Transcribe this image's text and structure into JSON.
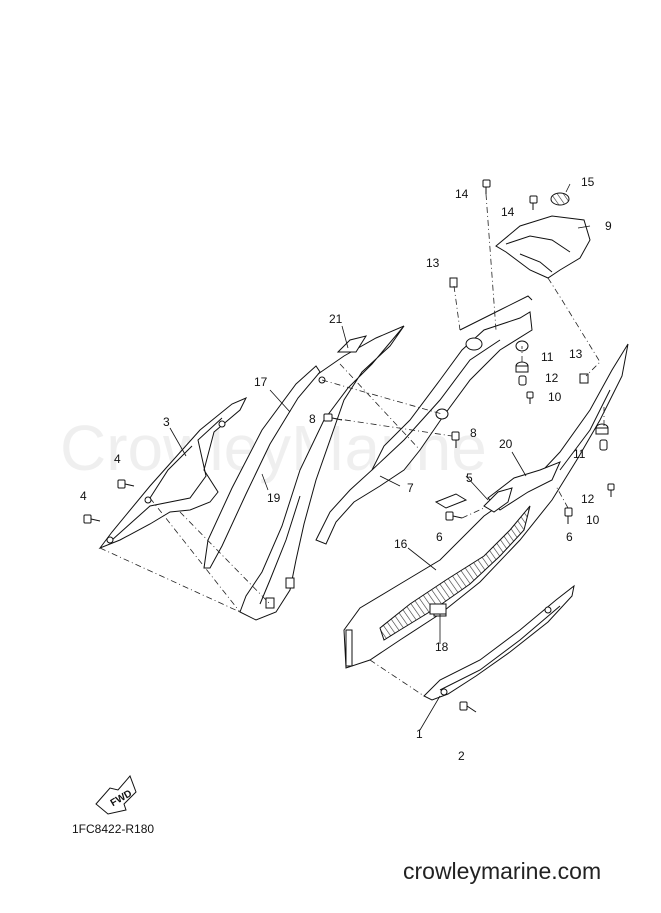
{
  "diagram": {
    "reference_code": "1FC8422-R180",
    "website": "crowleymarine.com",
    "watermark": "CrowleyMarine",
    "fwd_label": "FWD",
    "callouts": [
      {
        "id": "c1",
        "label": "1"
      },
      {
        "id": "c2",
        "label": "2"
      },
      {
        "id": "c3",
        "label": "3"
      },
      {
        "id": "c4a",
        "label": "4"
      },
      {
        "id": "c4b",
        "label": "4"
      },
      {
        "id": "c5",
        "label": "5"
      },
      {
        "id": "c6a",
        "label": "6"
      },
      {
        "id": "c6b",
        "label": "6"
      },
      {
        "id": "c7",
        "label": "7"
      },
      {
        "id": "c8a",
        "label": "8"
      },
      {
        "id": "c8b",
        "label": "8"
      },
      {
        "id": "c9",
        "label": "9"
      },
      {
        "id": "c10a",
        "label": "10"
      },
      {
        "id": "c10b",
        "label": "10"
      },
      {
        "id": "c11a",
        "label": "11"
      },
      {
        "id": "c11b",
        "label": "11"
      },
      {
        "id": "c12a",
        "label": "12"
      },
      {
        "id": "c12b",
        "label": "12"
      },
      {
        "id": "c13a",
        "label": "13"
      },
      {
        "id": "c13b",
        "label": "13"
      },
      {
        "id": "c14a",
        "label": "14"
      },
      {
        "id": "c14b",
        "label": "14"
      },
      {
        "id": "c15",
        "label": "15"
      },
      {
        "id": "c16",
        "label": "16"
      },
      {
        "id": "c17",
        "label": "17"
      },
      {
        "id": "c18",
        "label": "18"
      },
      {
        "id": "c19",
        "label": "19"
      },
      {
        "id": "c20",
        "label": "20"
      },
      {
        "id": "c21",
        "label": "21"
      }
    ]
  }
}
